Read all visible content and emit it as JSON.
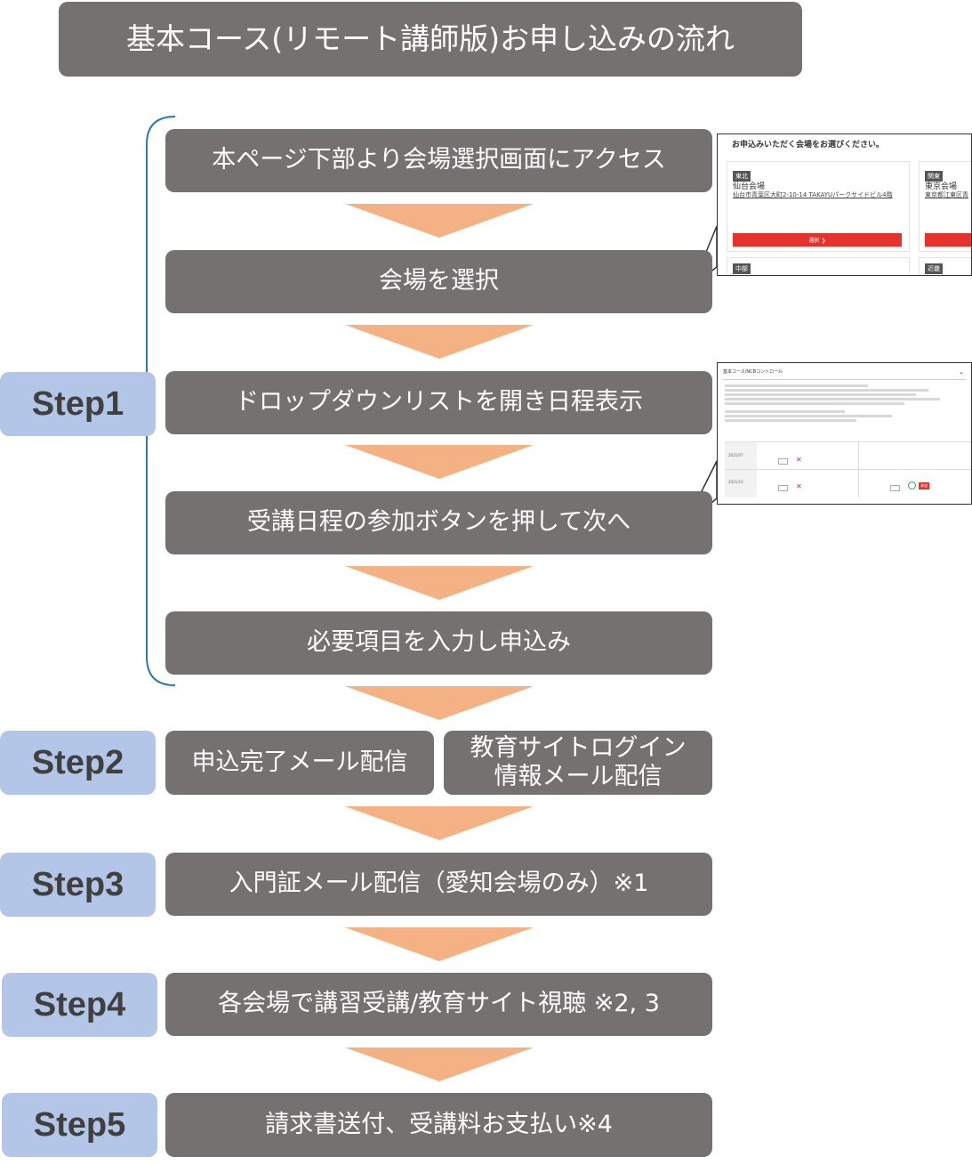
{
  "title": "基本コース(リモート講師版)お申し込みの流れ",
  "steps": {
    "step1": "Step1",
    "step2": "Step2",
    "step3": "Step3",
    "step4": "Step4",
    "step5": "Step5"
  },
  "flow": {
    "access": "本ページ下部より会場選択画面にアクセス",
    "select_venue": "会場を選択",
    "dropdown": "ドロップダウンリストを開き日程表示",
    "join_button": "受講日程の参加ボタンを押して次へ",
    "input": "必要項目を入力し申込み",
    "mail_complete": "申込完了メール配信",
    "mail_login_line1": "教育サイトログイン",
    "mail_login_line2": "情報メール配信",
    "admission": "入門証メール配信（愛知会場のみ）※1",
    "attend": "各会場で講習受講/教育サイト視聴 ※2, 3",
    "invoice": "請求書送付、受講料お支払い※4"
  },
  "thumb1": {
    "heading": "お申込みいただく会場をお選びください。",
    "card1_tag": "東北",
    "card1_name": "仙台会場",
    "card1_addr": "仙台市青葉区大町2-10-14 TAKAYUパークサイドビル4階",
    "card1_button": "選択 ❯",
    "card2_tag": "関東",
    "card2_name": "東京会場",
    "card2_addr": "東京都江東区青",
    "card3_tag": "中部",
    "card4_tag": "近畿"
  },
  "thumb2": {
    "bar_label": "基本コース/NCBコントロール",
    "month1": "2021/07",
    "month2": "2021/10",
    "button_label": "参加"
  },
  "colors": {
    "box": "#767171",
    "step": "#b4c6e7",
    "arrow": "#f4b183",
    "bracket": "#2e75b6"
  }
}
